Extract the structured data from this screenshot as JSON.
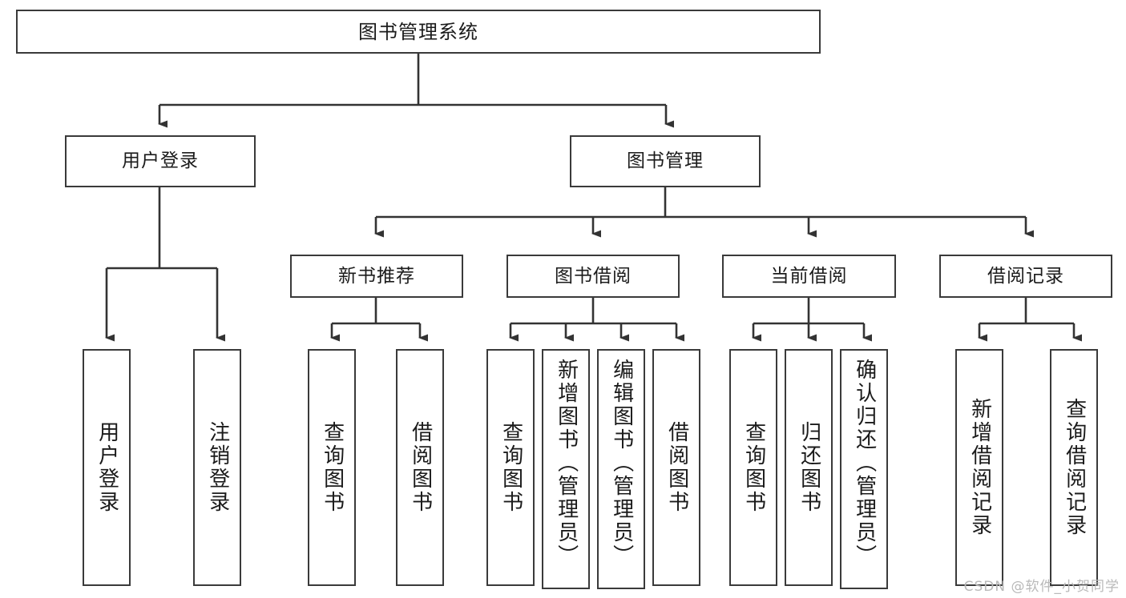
{
  "diagram": {
    "type": "tree-hierarchy-diagram",
    "title": "图书管理系统",
    "watermark": "CSDN @软件_小贺同学",
    "colors": {
      "box_border": "#3a3a3a",
      "box_fill": "#ffffff",
      "edge": "#333333",
      "text": "#1b1b1b",
      "watermark": "#b9b9b9",
      "background": "#ffffff"
    }
  },
  "nodes": {
    "root": {
      "label": "图书管理系统"
    },
    "level2": [
      {
        "id": "user-login",
        "label": "用户登录"
      },
      {
        "id": "book-manage",
        "label": "图书管理"
      }
    ],
    "level3": [
      {
        "id": "new-book-recommend",
        "label": "新书推荐"
      },
      {
        "id": "book-borrow",
        "label": "图书借阅"
      },
      {
        "id": "current-borrow",
        "label": "当前借阅"
      },
      {
        "id": "borrow-record",
        "label": "借阅记录"
      }
    ],
    "leaves": {
      "user-login": [
        {
          "id": "leaf-user-login",
          "label": "用户登录"
        },
        {
          "id": "leaf-user-logout",
          "label": "注销登录"
        }
      ],
      "new-book-recommend": [
        {
          "id": "leaf-query-book-1",
          "label": "查询图书"
        },
        {
          "id": "leaf-borrow-book-1",
          "label": "借阅图书"
        }
      ],
      "book-borrow": [
        {
          "id": "leaf-query-book-2",
          "label": "查询图书"
        },
        {
          "id": "leaf-add-book",
          "label": "新增图书（管理员）"
        },
        {
          "id": "leaf-edit-book",
          "label": "编辑图书（管理员）"
        },
        {
          "id": "leaf-borrow-book-2",
          "label": "借阅图书"
        }
      ],
      "current-borrow": [
        {
          "id": "leaf-query-book-3",
          "label": "查询图书"
        },
        {
          "id": "leaf-return-book",
          "label": "归还图书"
        },
        {
          "id": "leaf-confirm-return",
          "label": "确认归还（管理员）"
        }
      ],
      "borrow-record": [
        {
          "id": "leaf-add-record",
          "label": "新增借阅记录"
        },
        {
          "id": "leaf-query-record",
          "label": "查询借阅记录"
        }
      ]
    }
  }
}
